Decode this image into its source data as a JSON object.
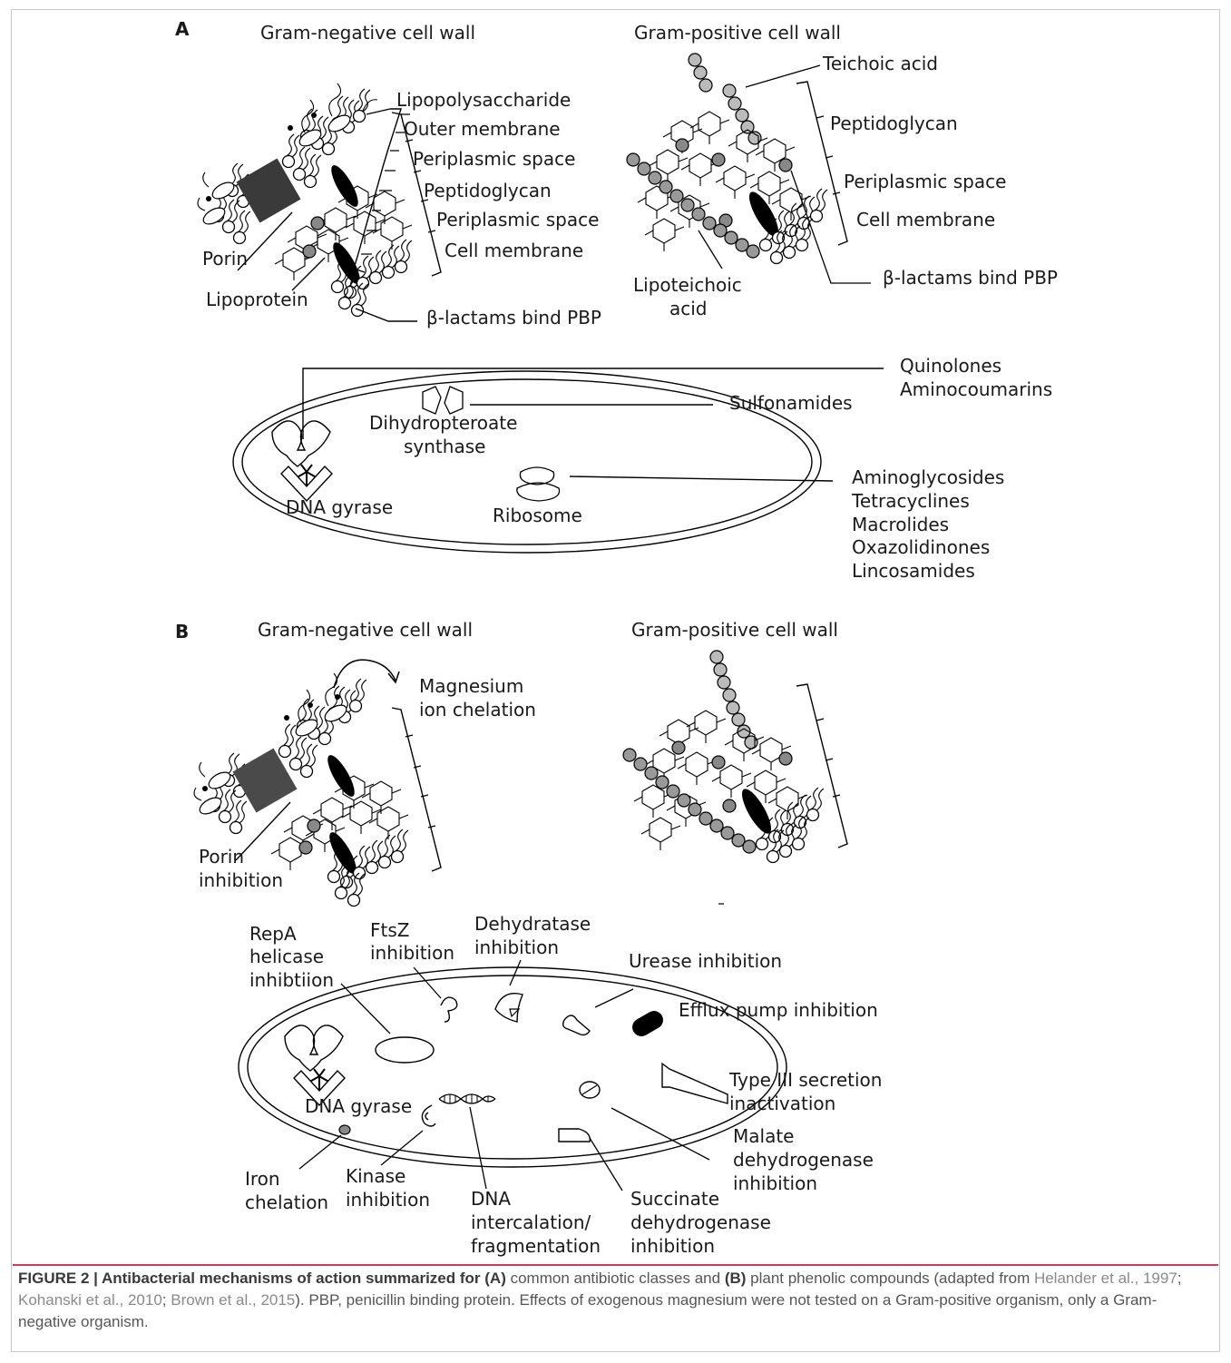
{
  "panelA": {
    "letter": "A",
    "gramNeg": {
      "title": "Gram-negative cell wall",
      "labels": [
        "Lipopolysaccharide",
        "Outer membrane",
        "Periplasmic space",
        "Peptidoglycan",
        "Periplasmic space",
        "Cell membrane"
      ],
      "porin": "Porin",
      "lipoprotein": "Lipoprotein",
      "betaLactam": "β-lactams bind PBP"
    },
    "gramPos": {
      "title": "Gram-positive cell wall",
      "teichoic": "Teichoic acid",
      "labels": [
        "Peptidoglycan",
        "Periplasmic space",
        "Cell membrane"
      ],
      "lipoteichoic1": "Lipoteichoic",
      "lipoteichoic2": "acid",
      "betaLactam": "β-lactams bind PBP"
    },
    "cell": {
      "dnaGyrase": "DNA gyrase",
      "dhps1": "Dihydropteroate",
      "dhps2": "synthase",
      "ribosome": "Ribosome",
      "quinolones": "Quinolones",
      "aminocoumarins": "Aminocoumarins",
      "sulfonamides": "Sulfonamides",
      "ribosomeDrugs": [
        "Aminoglycosides",
        "Tetracyclines",
        "Macrolides",
        "Oxazolidinones",
        "Lincosamides"
      ]
    }
  },
  "panelB": {
    "letter": "B",
    "gramNegTitle": "Gram-negative cell wall",
    "gramPosTitle": "Gram-positive cell wall",
    "magnesium1": "Magnesium",
    "magnesium2": "ion chelation",
    "porin1": "Porin",
    "porin2": "inhibition",
    "repa": [
      "RepA",
      "helicase",
      "inhibtiion"
    ],
    "ftsz": [
      "FtsZ",
      "inhibition"
    ],
    "dehydratase": [
      "Dehydratase",
      "inhibition"
    ],
    "urease": "Urease inhibition",
    "efflux": "Efflux pump inhibition",
    "type3": [
      "Type III secretion",
      "inactivation"
    ],
    "dnaGyrase": "DNA gyrase",
    "malate": [
      "Malate",
      "dehydrogenase",
      "inhibition"
    ],
    "iron": [
      "Iron",
      "chelation"
    ],
    "kinase": [
      "Kinase",
      "inhibition"
    ],
    "dna": [
      "DNA",
      "intercalation/",
      "fragmentation"
    ],
    "succinate": [
      "Succinate",
      "dehydrogenase",
      "inhibition"
    ]
  },
  "caption": {
    "lead": "FIGURE 2 | Antibacterial mechanisms of action summarized for (A)",
    "part1": " common antibiotic classes and ",
    "boldB": "(B)",
    "part2": " plant phenolic compounds (adapted from ",
    "ref1": "Helander et al., 1997",
    "sep1": "; ",
    "ref2": "Kohanski et al., 2010",
    "sep2": "; ",
    "ref3": "Brown et al., 2015",
    "tail": "). PBP, penicillin binding protein. Effects of exogenous magnesium were not tested on a Gram-positive organism, only a Gram-negative organism."
  }
}
